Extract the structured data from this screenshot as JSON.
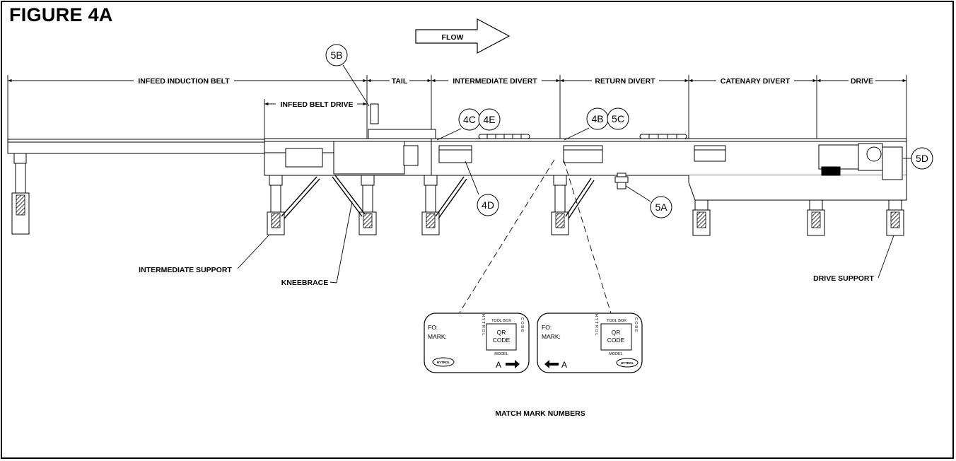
{
  "title": "FIGURE 4A",
  "flow_label": "FLOW",
  "sections": [
    {
      "id": "infeed-induction-belt",
      "label": "INFEED INDUCTION BELT"
    },
    {
      "id": "tail",
      "label": "TAIL"
    },
    {
      "id": "intermediate-divert",
      "label": "INTERMEDIATE DIVERT"
    },
    {
      "id": "return-divert",
      "label": "RETURN DIVERT"
    },
    {
      "id": "catenary-divert",
      "label": "CATENARY DIVERT"
    },
    {
      "id": "drive",
      "label": "DRIVE"
    }
  ],
  "infeed_belt_drive": "INFEED BELT DRIVE",
  "callouts": [
    "5B",
    "4C",
    "4E",
    "4B",
    "5C",
    "4D",
    "5A",
    "5D"
  ],
  "labels": {
    "intermediate_support": "INTERMEDIATE SUPPORT",
    "kneebrace": "KNEEBRACE",
    "drive_support": "DRIVE SUPPORT",
    "match_mark_numbers": "MATCH MARK NUMBERS"
  },
  "cards": [
    {
      "fo": "FO:",
      "mark": "MARK:",
      "tool_box": "TOOL BOX",
      "hytrol_v": "HYTROL",
      "code_v": "CODE",
      "qr1": "QR",
      "qr2": "CODE",
      "model": "MODEL",
      "letter": "A",
      "logo": "HYTROL",
      "arrow": "right"
    },
    {
      "fo": "FO:",
      "mark": "MARK:",
      "tool_box": "TOOL BOX",
      "hytrol_v": "HYTROL",
      "code_v": "CODE",
      "qr1": "QR",
      "qr2": "CODE",
      "model": "MODEL",
      "letter": "A",
      "logo": "HYTROL",
      "arrow": "left"
    }
  ]
}
